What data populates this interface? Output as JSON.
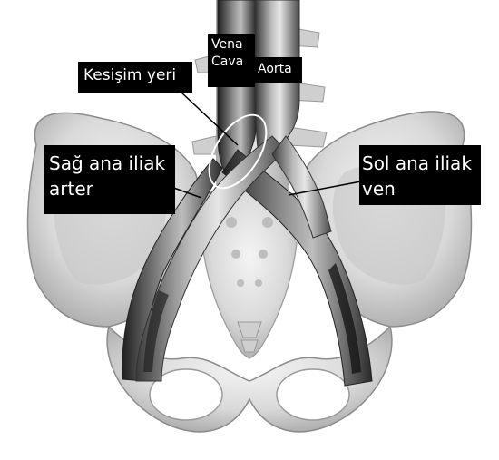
{
  "labels": {
    "intersection": "Kesişim yeri",
    "vena_cava_line1": "Vena",
    "vena_cava_line2": "Cava",
    "aorta": "Aorta",
    "right_artery_line1": "Sağ ana iliak",
    "right_artery_line2": "arter",
    "left_vein_line1": "Sol ana iliak",
    "left_vein_line2": "ven"
  },
  "colors": {
    "label_background": "#000000",
    "label_text": "#ffffff",
    "bone": "#d8d8d8",
    "vessel": "#8a8a8a",
    "highlight_ellipse": "#ffffff"
  }
}
